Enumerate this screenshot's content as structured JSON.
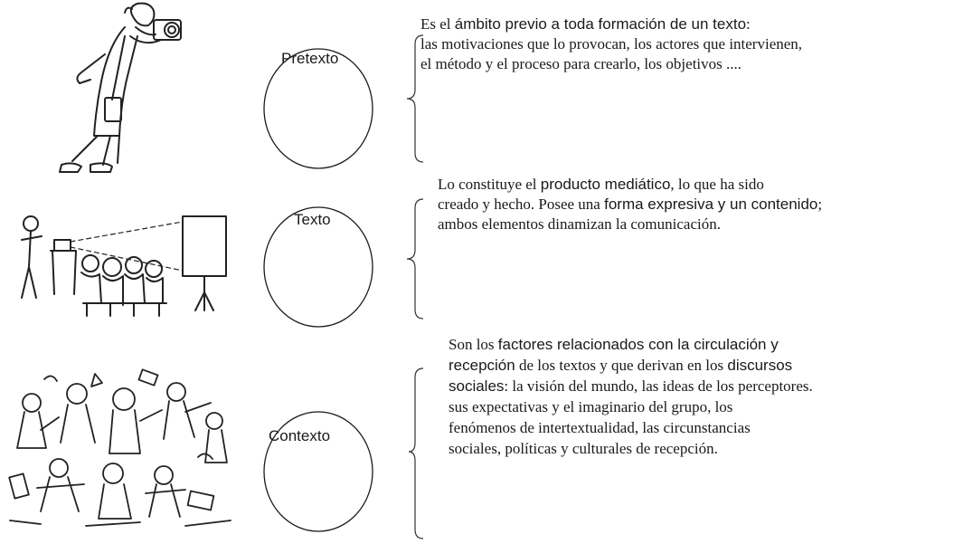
{
  "rows": [
    {
      "label": "Pretexto",
      "illustration": "photographer-illustration",
      "lines": [
        {
          "segments": [
            {
              "text": "Es el ",
              "font": "serif"
            },
            {
              "text": "ámbito previo a toda formación de un texto",
              "font": "sans"
            },
            {
              "text": ":",
              "font": "serif"
            }
          ]
        },
        {
          "segments": [
            {
              "text": "las motivaciones que lo provocan, los actores que intervienen,",
              "font": "serif"
            }
          ]
        },
        {
          "segments": [
            {
              "text": "el método y el proceso para crearlo, los objetivos ....",
              "font": "serif"
            }
          ]
        }
      ]
    },
    {
      "label": "Texto",
      "illustration": "classroom-projection-illustration",
      "lines": [
        {
          "segments": [
            {
              "text": "Lo constituye el ",
              "font": "serif"
            },
            {
              "text": "producto mediático",
              "font": "sans"
            },
            {
              "text": ", lo que ha sido",
              "font": "serif"
            }
          ]
        },
        {
          "segments": [
            {
              "text": "creado y hecho. Posee una ",
              "font": "serif"
            },
            {
              "text": "forma expresiva y un contenido",
              "font": "sans"
            },
            {
              "text": ";",
              "font": "serif"
            }
          ]
        },
        {
          "segments": [
            {
              "text": "ambos elementos dinamizan la comunicación.",
              "font": "serif"
            }
          ]
        }
      ]
    },
    {
      "label": "Contexto",
      "illustration": "crowd-scene-illustration",
      "lines": [
        {
          "segments": [
            {
              "text": "Son los ",
              "font": "serif"
            },
            {
              "text": "factores relacionados con la circulación y",
              "font": "sans"
            }
          ]
        },
        {
          "segments": [
            {
              "text": "recepción",
              "font": "sans"
            },
            {
              "text": " de los textos y que derivan en los ",
              "font": "serif"
            },
            {
              "text": "discursos",
              "font": "sans"
            }
          ]
        },
        {
          "segments": [
            {
              "text": "sociales",
              "font": "sans"
            },
            {
              "text": ": la visión del mundo, las ideas de los perceptores.",
              "font": "serif"
            }
          ]
        },
        {
          "segments": [
            {
              "text": "sus expectativas y el imaginario del grupo, los",
              "font": "serif"
            }
          ]
        },
        {
          "segments": [
            {
              "text": "fenómenos de intertextualidad, las circunstancias",
              "font": "serif"
            }
          ]
        },
        {
          "segments": [
            {
              "text": "sociales, políticas y culturales de recepción.",
              "font": "serif"
            }
          ]
        }
      ]
    }
  ]
}
